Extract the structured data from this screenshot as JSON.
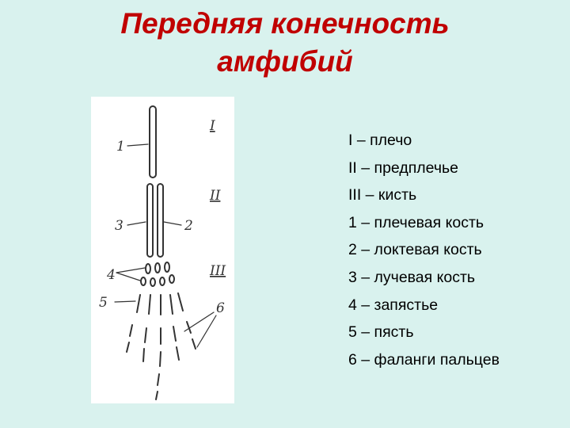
{
  "title": {
    "line1": "Передняя конечность",
    "line2": "амфибий"
  },
  "figure": {
    "section_labels": [
      "I",
      "II",
      "III"
    ],
    "bone_labels": [
      "1",
      "2",
      "3",
      "4",
      "5",
      "6"
    ]
  },
  "legend": {
    "items": [
      "I – плечо",
      "II – предплечье",
      "III – кисть",
      "1 – плечевая кость",
      "2 – локтевая кость",
      "3 – лучевая кость",
      "4 – запястье",
      "5 – пясть",
      "6 – фаланги пальцев"
    ]
  },
  "colors": {
    "title": "#c00000",
    "background": "#d9f2ee",
    "figure_background": "#ffffff",
    "bone_outline": "#333333"
  }
}
